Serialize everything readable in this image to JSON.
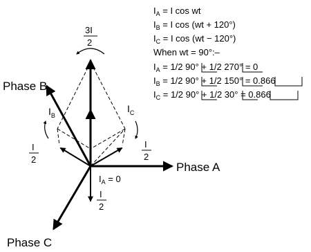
{
  "equations": {
    "ia_def": {
      "a": "I",
      "sub": "A",
      "b": " = I cos wt"
    },
    "ib_def": {
      "a": "I",
      "sub": "B",
      "b": " = I cos (wt + 120°)"
    },
    "ic_def": {
      "a": "I",
      "sub": "C",
      "b": " = I cos (wt − 120°)"
    },
    "when": "When wt = 90°:–",
    "ia_val": {
      "a": "I",
      "sub": "A",
      "b": " = 1/2 ",
      "ang1": "90°",
      "c": " + 1/2  ",
      "ang2": "270°",
      "d": " = 0"
    },
    "ib_val": {
      "a": "I",
      "sub": "B",
      "b": " = 1/2 ",
      "ang1": "90°",
      "c": " + 1/2  ",
      "ang2": "150°",
      "d": " = ",
      "ang3": "0.866"
    },
    "ic_val": {
      "a": "I",
      "sub": "C",
      "b": " = 1/2 ",
      "ang1": "90°",
      "c": " + 1/2  ",
      "ang2": "30°",
      "d": " = ",
      "ang3": "0.866"
    }
  },
  "labels": {
    "phase_a": "Phase A",
    "phase_b": "Phase B",
    "phase_c": "Phase C",
    "ib": {
      "a": "I",
      "sub": "B"
    },
    "ic": {
      "a": "I",
      "sub": "C"
    },
    "ia_zero": {
      "a": "I",
      "sub": "A",
      "b": " = 0"
    },
    "three_i_num": "3I",
    "three_i_den": "2",
    "frac_num": "I",
    "frac_den": "2"
  }
}
